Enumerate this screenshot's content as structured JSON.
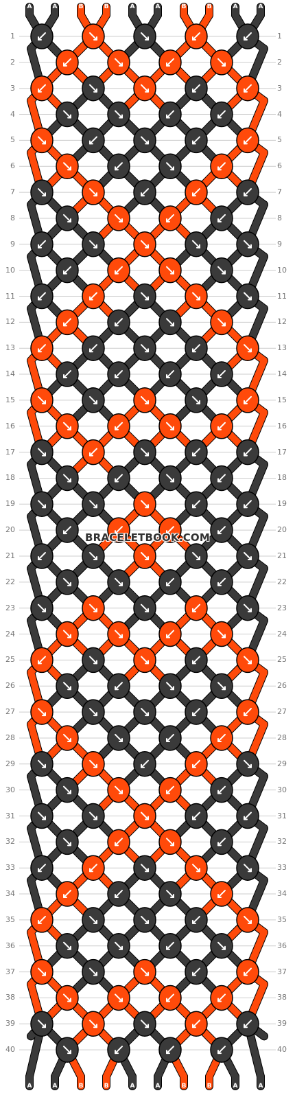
{
  "watermark": "BRACELETBOOK.COM",
  "colors": {
    "A": "#3a3a3a",
    "B": "#ff4a0a",
    "outline": "#000000",
    "gridline": "#cccccc",
    "arrow": "#ffffff"
  },
  "strand_labels": [
    "A",
    "A",
    "B",
    "B",
    "A",
    "A",
    "B",
    "B",
    "A",
    "A"
  ],
  "row_labels": [
    "1",
    "2",
    "3",
    "4",
    "5",
    "6",
    "7",
    "8",
    "9",
    "10",
    "11",
    "12",
    "13",
    "14",
    "15",
    "16",
    "17",
    "18",
    "19",
    "20",
    "21",
    "22",
    "23",
    "24",
    "25",
    "26",
    "27",
    "28",
    "29",
    "30",
    "31",
    "32",
    "33",
    "34",
    "35",
    "36",
    "37",
    "38",
    "39",
    "40"
  ],
  "knots": [
    [
      "A:sw",
      "B:se",
      "A:se",
      "B:sw",
      "A:sw"
    ],
    [
      "B:sw",
      "B:se",
      "B:sw",
      "B:se"
    ],
    [
      "B:sw",
      "A:se",
      "B:se",
      "A:sw",
      "B:sw"
    ],
    [
      "A:se",
      "A:se",
      "A:sw",
      "A:sw"
    ],
    [
      "B:se",
      "A:sw",
      "A:se",
      "A:sw",
      "B:sw"
    ],
    [
      "B:se",
      "A:sw",
      "A:se",
      "B:sw"
    ],
    [
      "A:se",
      "B:se",
      "A:sw",
      "B:sw",
      "A:sw"
    ],
    [
      "A:se",
      "B:se",
      "B:sw",
      "A:sw"
    ],
    [
      "A:sw",
      "A:se",
      "B:se",
      "A:se",
      "A:se"
    ],
    [
      "A:sw",
      "B:sw",
      "B:se",
      "A:se"
    ],
    [
      "A:sw",
      "B:sw",
      "A:se",
      "B:se",
      "A:se"
    ],
    [
      "B:sw",
      "A:sw",
      "A:se",
      "B:se"
    ],
    [
      "B:sw",
      "A:sw",
      "A:se",
      "A:sw",
      "B:se"
    ],
    [
      "A:sw",
      "A:sw",
      "A:sw",
      "A:sw"
    ],
    [
      "B:se",
      "A:se",
      "B:se",
      "A:se",
      "B:sw"
    ],
    [
      "B:se",
      "B:sw",
      "B:se",
      "B:sw"
    ],
    [
      "A:se",
      "B:sw",
      "A:se",
      "A:sw",
      "A:sw"
    ],
    [
      "A:se",
      "A:sw",
      "A:se",
      "A:sw"
    ],
    [
      "A:se",
      "A:se",
      "B:se",
      "A:sw",
      "A:sw"
    ],
    [
      "A:sw",
      "B:sw",
      "B:sw",
      "A:sw"
    ],
    [
      "A:sw",
      "A:se",
      "B:se",
      "A:se",
      "A:se"
    ],
    [
      "A:se",
      "A:se",
      "A:sw",
      "A:sw"
    ],
    [
      "A:se",
      "B:se",
      "A:se",
      "B:sw",
      "A:se"
    ],
    [
      "B:se",
      "B:se",
      "B:sw",
      "B:se"
    ],
    [
      "B:sw",
      "A:se",
      "B:se",
      "A:sw",
      "B:se"
    ],
    [
      "A:se",
      "A:sw",
      "A:se",
      "A:se"
    ],
    [
      "B:se",
      "A:se",
      "A:se",
      "A:sw",
      "B:sw"
    ],
    [
      "B:se",
      "A:se",
      "A:sw",
      "B:sw"
    ],
    [
      "A:se",
      "B:se",
      "A:sw",
      "B:sw",
      "A:se"
    ],
    [
      "A:se",
      "B:se",
      "B:sw",
      "A:sw"
    ],
    [
      "A:se",
      "A:se",
      "B:se",
      "A:sw",
      "A:sw"
    ],
    [
      "A:se",
      "B:sw",
      "B:se",
      "A:sw"
    ],
    [
      "A:sw",
      "B:sw",
      "A:se",
      "B:se",
      "A:se"
    ],
    [
      "B:sw",
      "A:sw",
      "A:se",
      "B:sw"
    ],
    [
      "B:sw",
      "A:se",
      "A:se",
      "A:sw",
      "B:se"
    ],
    [
      "A:se",
      "A:se",
      "A:sw",
      "A:se"
    ],
    [
      "B:se",
      "A:se",
      "B:se",
      "A:sw",
      "B:sw"
    ],
    [
      "B:se",
      "B:se",
      "B:sw",
      "B:sw"
    ],
    [
      "A:se",
      "B:se",
      "A:se",
      "B:sw",
      "A:sw"
    ],
    [
      "A:se",
      "A:sw",
      "A:sw",
      "A:sw"
    ]
  ]
}
